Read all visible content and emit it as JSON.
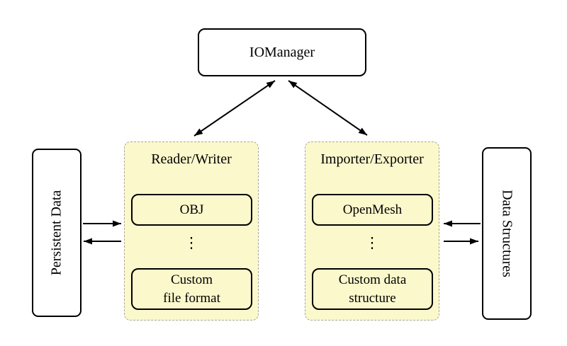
{
  "colors": {
    "background": "#ffffff",
    "container_fill": "#fbf8cc",
    "container_border": "#a6a6a6",
    "node_border": "#000000",
    "arrow": "#000000"
  },
  "nodes": {
    "iomanager": {
      "label": "IOManager"
    },
    "persistent_data": {
      "label": "Persistent Data"
    },
    "data_structures": {
      "label": "Data Structures"
    },
    "reader_writer": {
      "title": "Reader/Writer",
      "items": [
        {
          "label": "OBJ"
        },
        {
          "label": "⋮"
        },
        {
          "line1": "Custom",
          "line2": "file format"
        }
      ]
    },
    "importer_exporter": {
      "title": "Importer/Exporter",
      "items": [
        {
          "label": "OpenMesh"
        },
        {
          "label": "⋮"
        },
        {
          "line1": "Custom data",
          "line2": "structure"
        }
      ]
    }
  }
}
